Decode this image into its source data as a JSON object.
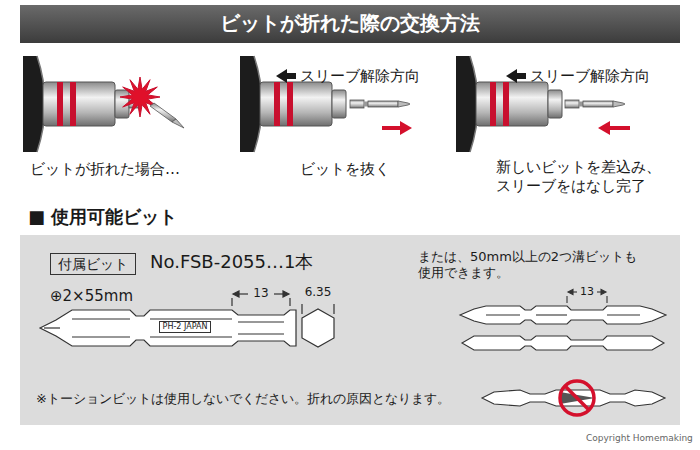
{
  "diagram": {
    "title": "ビットが折れた際の交換方法",
    "nodes": [
      {
        "text": [
          "■ 使用可能ビット"
        ]
      },
      {
        "text": [
          "付属ビット"
        ],
        "in": 0
      }
    ],
    "labels": [
      "スリーブ解除方向",
      "スリーブ解除方向",
      "ビットが折れた場合…",
      "ビットを抜く",
      "新しいビットを差込み、 スリーブをはなし完了",
      "No.FSB-2055…1本",
      "⊕2×55mm",
      "13",
      "6.35",
      "PH-2 JAPAN",
      "または、50mm以上の2つ溝ビットも 使用できます。",
      "13",
      "※トーションビットは使用しないでください。折れの原因となります。",
      "Copyright Homemaking"
    ]
  }
}
